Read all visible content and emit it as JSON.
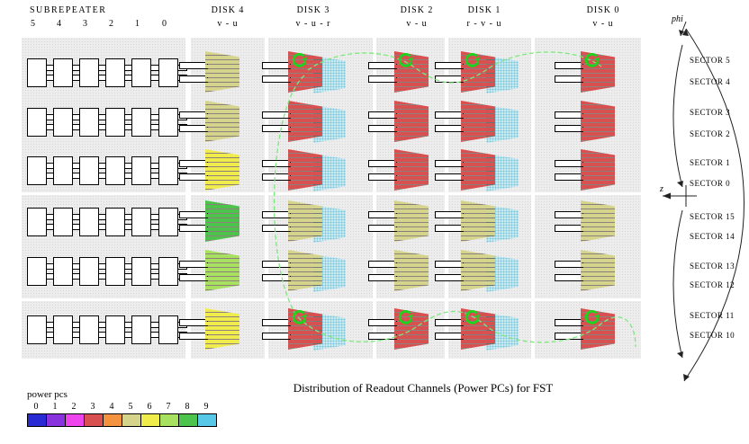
{
  "title": "Distribution of Readout Channels (Power PCs) for FST",
  "subrepeater": {
    "label": "SUBREPEATER",
    "columns": [
      "5",
      "4",
      "3",
      "2",
      "1",
      "0"
    ]
  },
  "disks": [
    {
      "label": "DISK 4",
      "channels": "v - u"
    },
    {
      "label": "DISK 3",
      "channels": "v - u - r"
    },
    {
      "label": "DISK 2",
      "channels": "v - u"
    },
    {
      "label": "DISK 1",
      "channels": "r - v - u"
    },
    {
      "label": "DISK 0",
      "channels": "v - u"
    }
  ],
  "axes": {
    "phi_label": "phi",
    "z_label": "z"
  },
  "sectors_top": [
    "SECTOR 5",
    "SECTOR 4",
    "SECTOR 3",
    "SECTOR 2",
    "SECTOR 1",
    "SECTOR 0"
  ],
  "sectors_bottom": [
    "SECTOR 15",
    "SECTOR 14",
    "SECTOR 13",
    "SECTOR 12",
    "SECTOR 11",
    "SECTOR 10"
  ],
  "legend": {
    "label": "power pcs",
    "items": [
      {
        "num": "0",
        "color": "#2a2ad4"
      },
      {
        "num": "1",
        "color": "#8833dd"
      },
      {
        "num": "2",
        "color": "#ee44ee"
      },
      {
        "num": "3",
        "color": "#d85050"
      },
      {
        "num": "4",
        "color": "#f49240"
      },
      {
        "num": "5",
        "color": "#d4d48c"
      },
      {
        "num": "6",
        "color": "#f0ec4c"
      },
      {
        "num": "7",
        "color": "#a8e060"
      },
      {
        "num": "8",
        "color": "#4cc44c"
      },
      {
        "num": "9",
        "color": "#58c8e8"
      }
    ]
  },
  "modules": {
    "ghost_color": "#c8e9f2",
    "arrow_color": "#1dd41d",
    "route_color": "#7de87d",
    "rows": [
      {
        "sectors": "5-4",
        "cells": [
          {
            "pc": 5
          },
          {
            "pc": 3,
            "ghost": true,
            "loop": true
          },
          {
            "pc": 3,
            "loop": true
          },
          {
            "pc": 3,
            "ghost": true,
            "loop": true
          },
          {
            "pc": 3,
            "loop": true
          }
        ]
      },
      {
        "sectors": "3-2",
        "cells": [
          {
            "pc": 5
          },
          {
            "pc": 3,
            "ghost": true
          },
          {
            "pc": 3
          },
          {
            "pc": 3,
            "ghost": true
          },
          {
            "pc": 3
          }
        ]
      },
      {
        "sectors": "1-0",
        "cells": [
          {
            "pc": 6
          },
          {
            "pc": 3,
            "ghost": true
          },
          {
            "pc": 3
          },
          {
            "pc": 3,
            "ghost": true
          },
          {
            "pc": 3
          }
        ]
      },
      {
        "sectors": "15-14",
        "cells": [
          {
            "pc": 8
          },
          {
            "pc": 5,
            "ghost": true
          },
          {
            "pc": 5
          },
          {
            "pc": 5,
            "ghost": true
          },
          {
            "pc": 5
          }
        ]
      },
      {
        "sectors": "13-12",
        "cells": [
          {
            "pc": 7
          },
          {
            "pc": 5,
            "ghost": true
          },
          {
            "pc": 5
          },
          {
            "pc": 5,
            "ghost": true
          },
          {
            "pc": 5
          }
        ]
      },
      {
        "sectors": "11-10",
        "cells": [
          {
            "pc": 6
          },
          {
            "pc": 3,
            "ghost": true,
            "loop": true
          },
          {
            "pc": 3,
            "loop": true
          },
          {
            "pc": 3,
            "ghost": true,
            "loop": true
          },
          {
            "pc": 3,
            "loop": true
          }
        ]
      }
    ]
  }
}
